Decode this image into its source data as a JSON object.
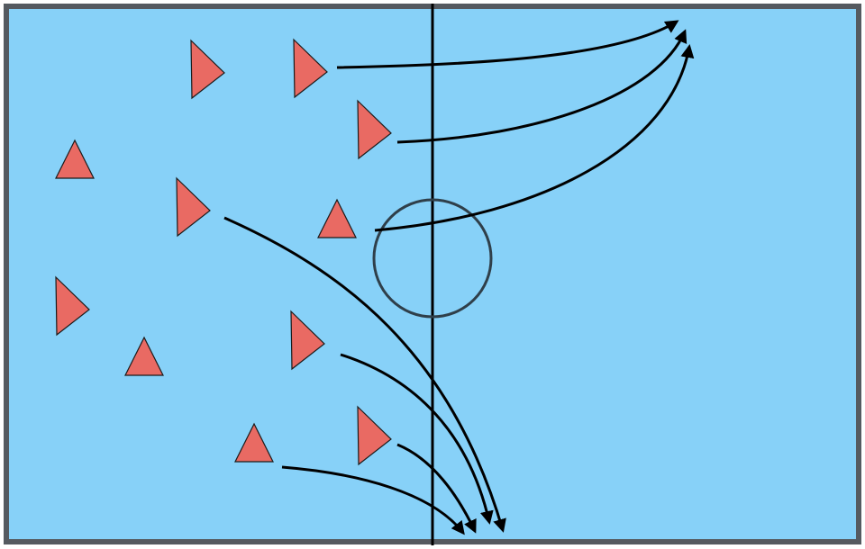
{
  "diagram": {
    "kind": "sports-play-diagram",
    "colors": {
      "field": "#87d1f8",
      "border": "#555a60",
      "center_line": "#000000",
      "center_circle": "#2f3f4a",
      "player_fill": "#e96a63",
      "player_stroke": "#1a1a1a",
      "arrow": "#000000"
    },
    "players": [
      {
        "id": "p1",
        "facing": "right"
      },
      {
        "id": "p2",
        "facing": "right"
      },
      {
        "id": "p3",
        "facing": "up"
      },
      {
        "id": "p4",
        "facing": "right"
      },
      {
        "id": "p5",
        "facing": "right"
      },
      {
        "id": "p6",
        "facing": "up"
      },
      {
        "id": "p7",
        "facing": "right"
      },
      {
        "id": "p8",
        "facing": "up"
      },
      {
        "id": "p9",
        "facing": "right"
      },
      {
        "id": "p10",
        "facing": "up"
      },
      {
        "id": "p11",
        "facing": "right"
      }
    ],
    "runs": [
      {
        "id": "r1",
        "direction": "to-top-right"
      },
      {
        "id": "r2",
        "direction": "to-top-right"
      },
      {
        "id": "r3",
        "direction": "to-top-right"
      },
      {
        "id": "r4",
        "direction": "to-bottom"
      },
      {
        "id": "r5",
        "direction": "to-bottom"
      },
      {
        "id": "r6",
        "direction": "to-bottom"
      },
      {
        "id": "r7",
        "direction": "to-bottom"
      }
    ]
  }
}
